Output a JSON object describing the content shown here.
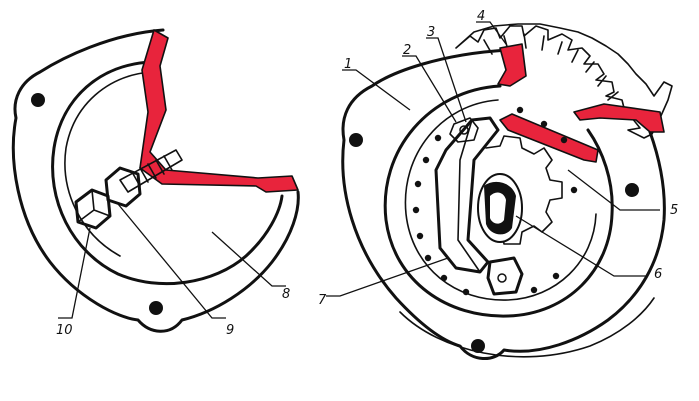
{
  "labels": {
    "l1": "1",
    "l2": "2",
    "l3": "3",
    "l4": "4",
    "l5": "5",
    "l6": "6",
    "l7": "7",
    "l8": "8",
    "l9": "9",
    "l10": "10"
  },
  "colors": {
    "section": "#e8243c",
    "ink": "#111111",
    "paper": "#ffffff"
  }
}
